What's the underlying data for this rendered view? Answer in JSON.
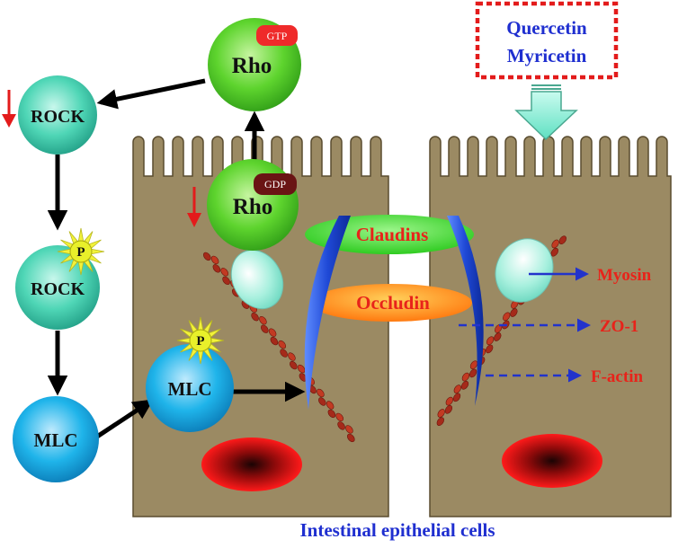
{
  "inhibitors": {
    "compound_1": "Quercetin",
    "compound_2": "Myricetin"
  },
  "pathway": {
    "rho_active": "Rho",
    "rho_active_state": "GTP",
    "rho_inactive": "Rho",
    "rho_inactive_state": "GDP",
    "rock": "ROCK",
    "rock_phosphorylated": "ROCK",
    "mlc_phosphorylated": "MLC",
    "mlc": "MLC",
    "phosphate_1": "P",
    "phosphate_2": "P"
  },
  "junction": {
    "claudins": "Claudins",
    "occludin": "Occludin"
  },
  "targets": {
    "myosin": "Myosin",
    "zo1": "ZO-1",
    "f_actin": "F-actin"
  },
  "caption": "Intestinal epithelial cells",
  "colors": {
    "cell_fill": "#9b8a63",
    "text_red": "#e8231a",
    "text_blue": "#1f2fd0",
    "text_dark": "#1a1a1a",
    "arrow_blue": "#2233cc",
    "down_arrow": "#e31b1b",
    "inhibitor_border": "#e31b1b",
    "big_arrow": "#8ff0d8",
    "rho_green": "#52d02a",
    "rock_teal": "#4fd8b8",
    "mlc_cyan": "#1ab2e8",
    "claudin_green": "#3cdc2a",
    "occludin_orange": "#ff8a12",
    "junction_blue": "#1f4fd8",
    "actin_red": "#a52a1a"
  }
}
